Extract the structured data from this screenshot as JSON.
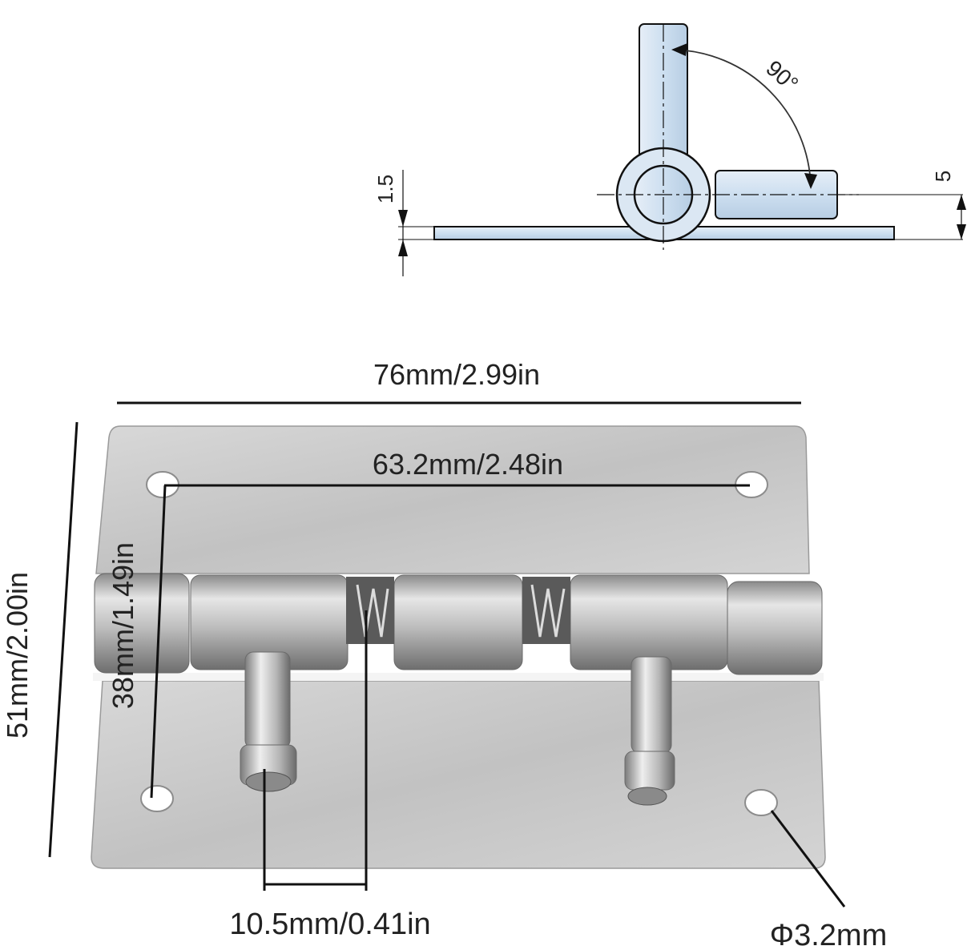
{
  "side_view": {
    "angle_label": "90°",
    "thickness_label": "1.5",
    "height_label": "5"
  },
  "dimensions": {
    "overall_width": "76mm/2.99in",
    "hole_spacing_width": "63.2mm/2.48in",
    "overall_height": "51mm/2.00in",
    "hole_spacing_height": "38mm/1.49in",
    "pin_spacing": "10.5mm/0.41in",
    "hole_diameter": "Φ3.2mm"
  },
  "colors": {
    "plate": "#c9c9c9",
    "plate_dark": "#8e8e8e",
    "drawing_fill": "#cfe0f0",
    "line": "#111111"
  }
}
